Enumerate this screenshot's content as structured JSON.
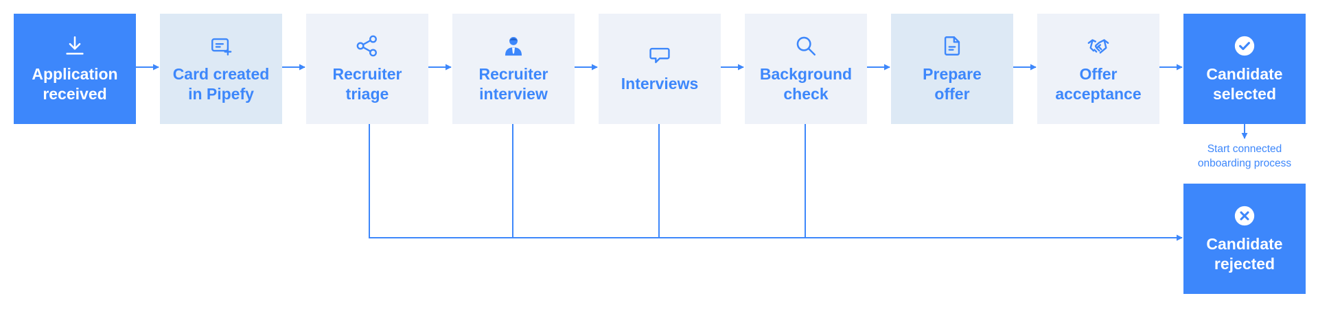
{
  "diagram": {
    "colors": {
      "primary": "#3d87fb",
      "light": "#eef2f9",
      "mid": "#dde9f5",
      "line": "#3d87fb"
    },
    "stages": [
      {
        "id": "application-received",
        "label": "Application\nreceived",
        "icon": "download-icon",
        "style": "primary"
      },
      {
        "id": "card-created",
        "label": "Card created\nin Pipefy",
        "icon": "card-add-icon",
        "style": "mid"
      },
      {
        "id": "recruiter-triage",
        "label": "Recruiter\ntriage",
        "icon": "share-nodes-icon",
        "style": "light"
      },
      {
        "id": "recruiter-interview",
        "label": "Recruiter\ninterview",
        "icon": "person-icon",
        "style": "light"
      },
      {
        "id": "interviews",
        "label": "Interviews",
        "icon": "chat-bubble-icon",
        "style": "light"
      },
      {
        "id": "background-check",
        "label": "Background\ncheck",
        "icon": "magnifier-icon",
        "style": "light"
      },
      {
        "id": "prepare-offer",
        "label": "Prepare\noffer",
        "icon": "document-icon",
        "style": "mid"
      },
      {
        "id": "offer-acceptance",
        "label": "Offer\nacceptance",
        "icon": "handshake-icon",
        "style": "light"
      },
      {
        "id": "candidate-selected",
        "label": "Candidate\nselected",
        "icon": "check-circle-icon",
        "style": "primary"
      },
      {
        "id": "candidate-rejected",
        "label": "Candidate\nrejected",
        "icon": "x-circle-icon",
        "style": "primary"
      }
    ],
    "note": "Start connected\nonboarding process"
  }
}
